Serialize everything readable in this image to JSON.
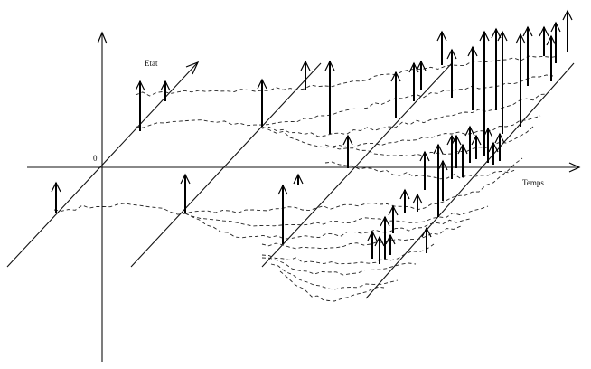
{
  "labels": {
    "state_axis": "Etat",
    "time_axis": "Temps",
    "origin": "0"
  },
  "colors": {
    "background": "#ffffff",
    "ink": "#111111"
  }
}
